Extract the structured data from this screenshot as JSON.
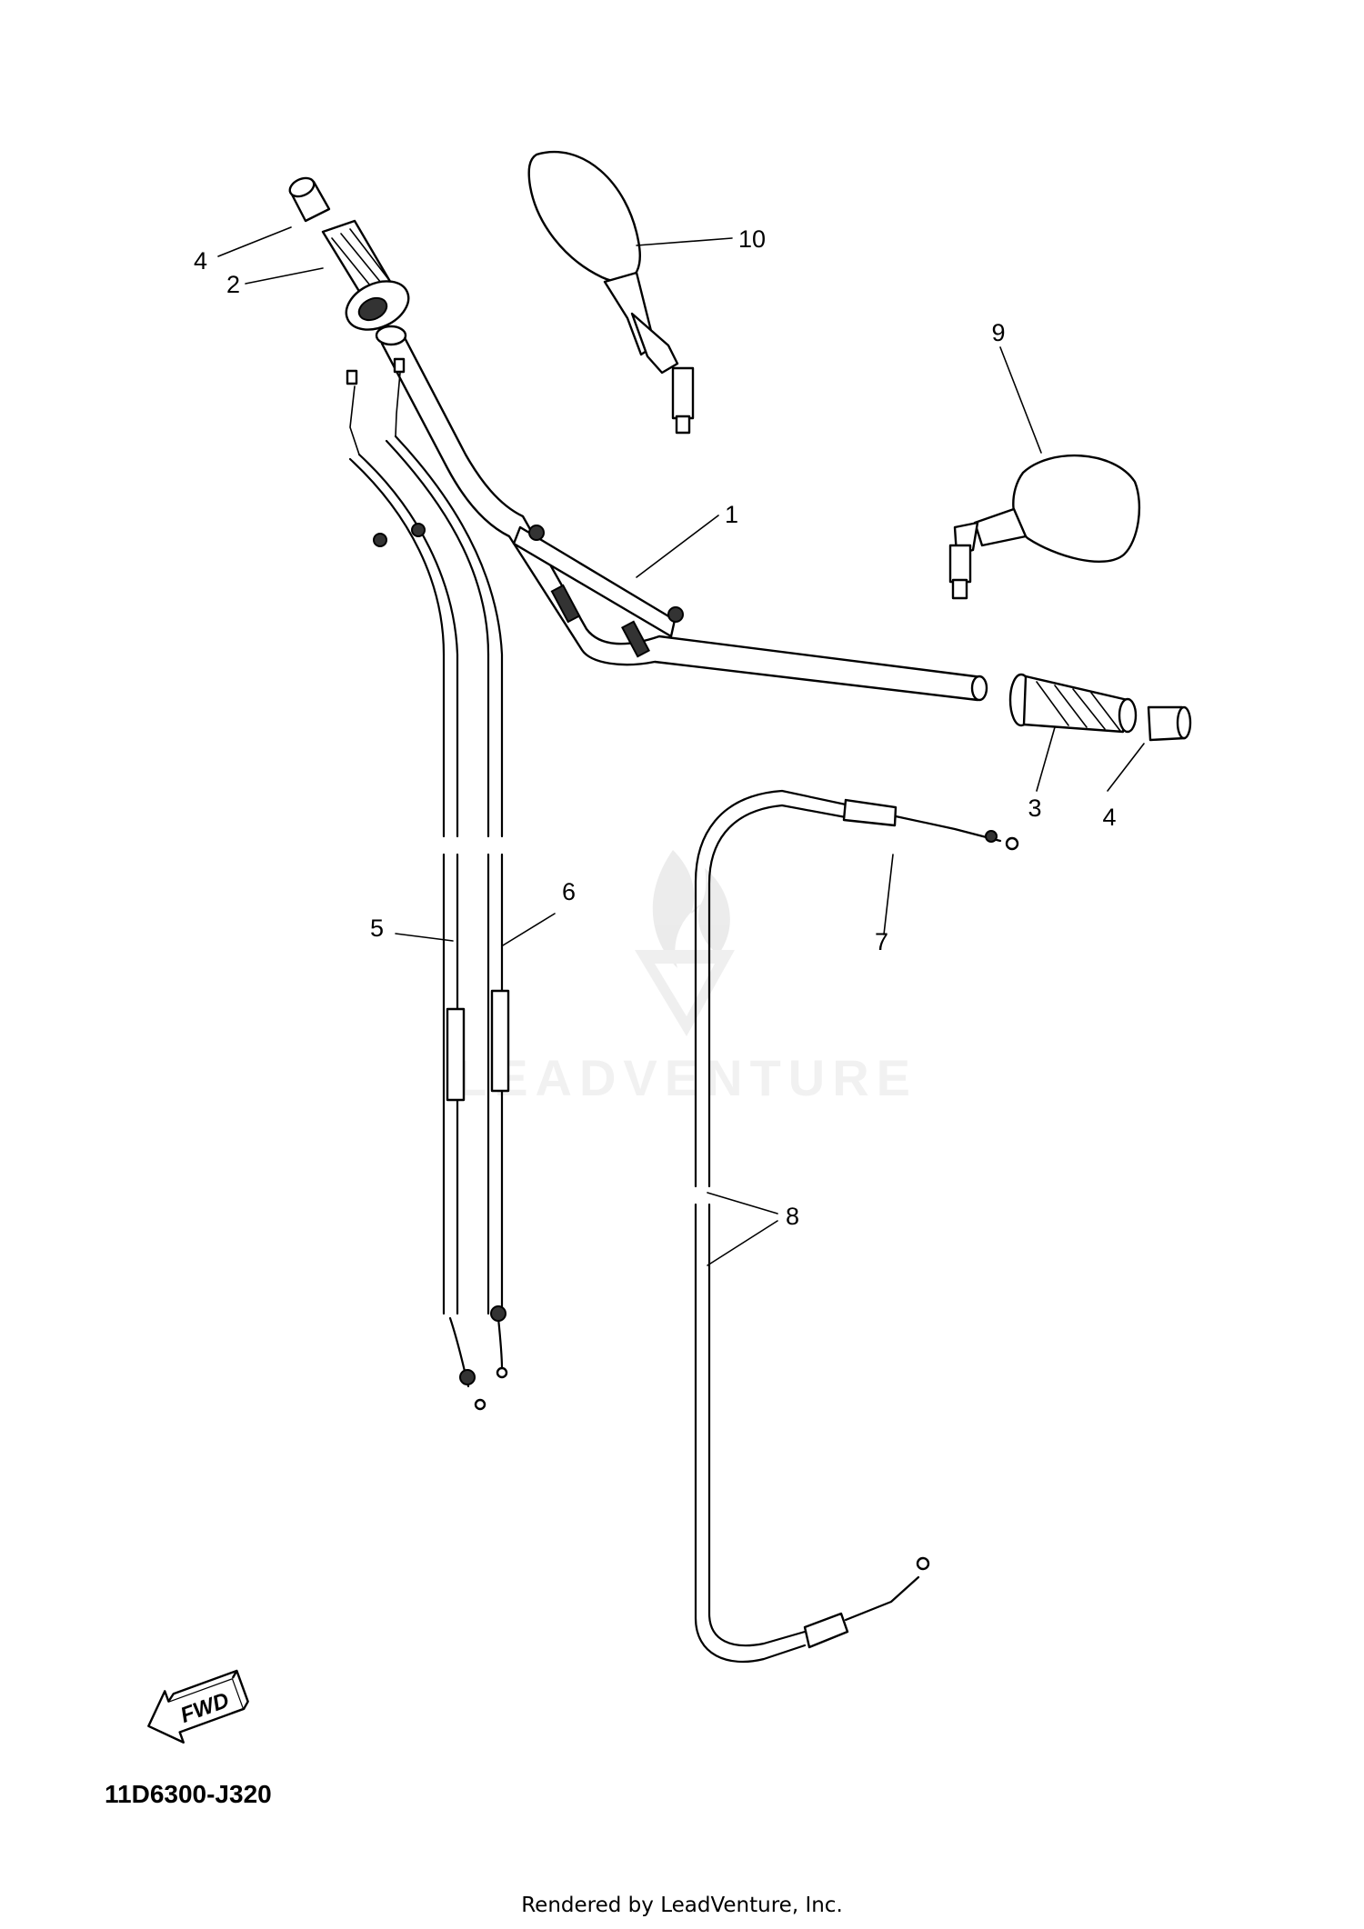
{
  "callouts": [
    "1",
    "2",
    "3",
    "4",
    "5",
    "6",
    "7",
    "8",
    "9",
    "10"
  ],
  "callout_4b": "4",
  "direction_label": "FWD",
  "watermark_text": "LEADVENTURE",
  "diagram_code": "11D6300-J320",
  "credit": "Rendered by LeadVenture, Inc.",
  "colors": {
    "ink": "#000000",
    "background": "#ffffff",
    "watermark": "#e6e6e6"
  }
}
